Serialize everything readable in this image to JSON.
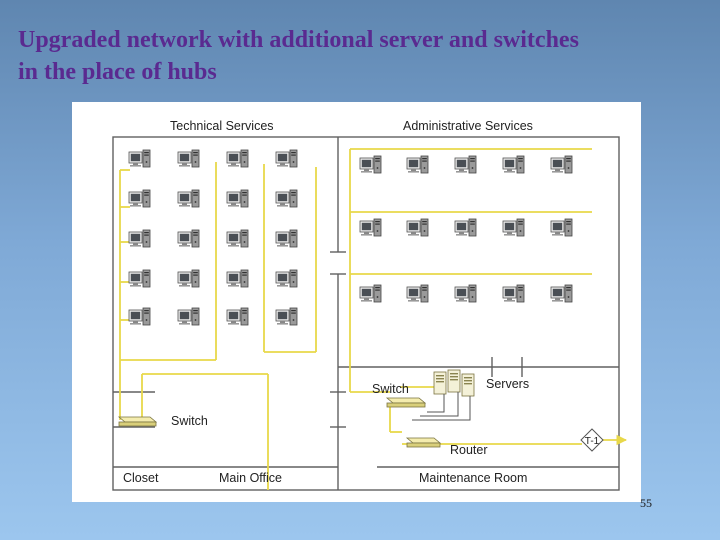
{
  "slide": {
    "title_line1": "Upgraded network with additional server and switches",
    "title_line2": "in the place of hubs",
    "page_number": "55"
  },
  "diagram": {
    "rooms": {
      "technical_services": "Technical Services",
      "administrative_services": "Administrative Services",
      "closet": "Closet",
      "main_office": "Main Office",
      "maintenance_room": "Maintenance Room"
    },
    "devices": {
      "switch_closet": "Switch",
      "switch_maintenance": "Switch",
      "servers": "Servers",
      "router": "Router",
      "t1": "T-1"
    },
    "colors": {
      "cable": "#e8d84a",
      "wall": "#606060",
      "background": "#ffffff"
    }
  }
}
